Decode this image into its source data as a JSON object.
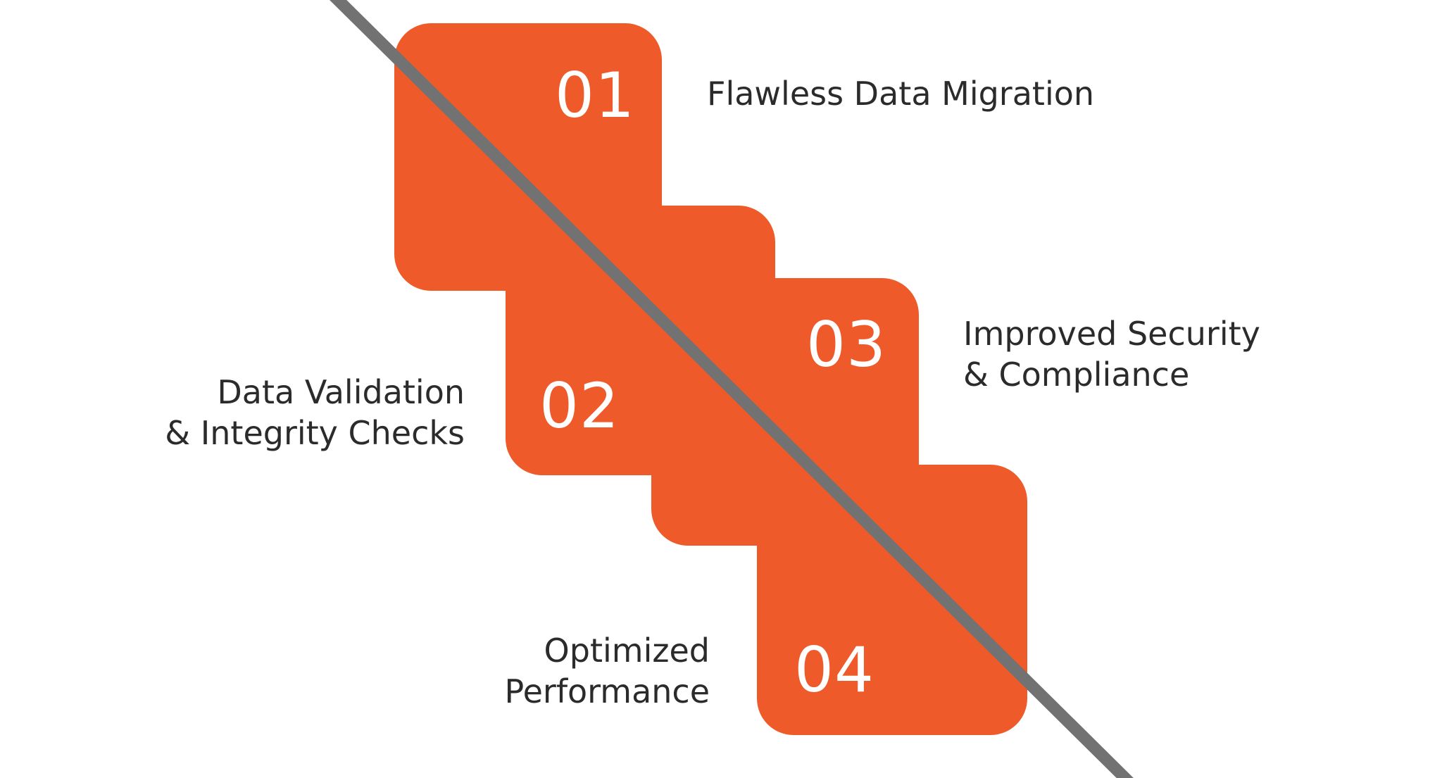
{
  "colors": {
    "tile": "#ef5a2a",
    "divider": "#737272",
    "text": "#2b2b2b",
    "number": "#ffffff"
  },
  "steps": [
    {
      "number": "01",
      "label_lines": [
        "Flawless Data Migration"
      ]
    },
    {
      "number": "02",
      "label_lines": [
        "Data Validation",
        "& Integrity Checks"
      ]
    },
    {
      "number": "03",
      "label_lines": [
        "Improved Security",
        "& Compliance"
      ]
    },
    {
      "number": "04",
      "label_lines": [
        "Optimized",
        "Performance"
      ]
    }
  ]
}
